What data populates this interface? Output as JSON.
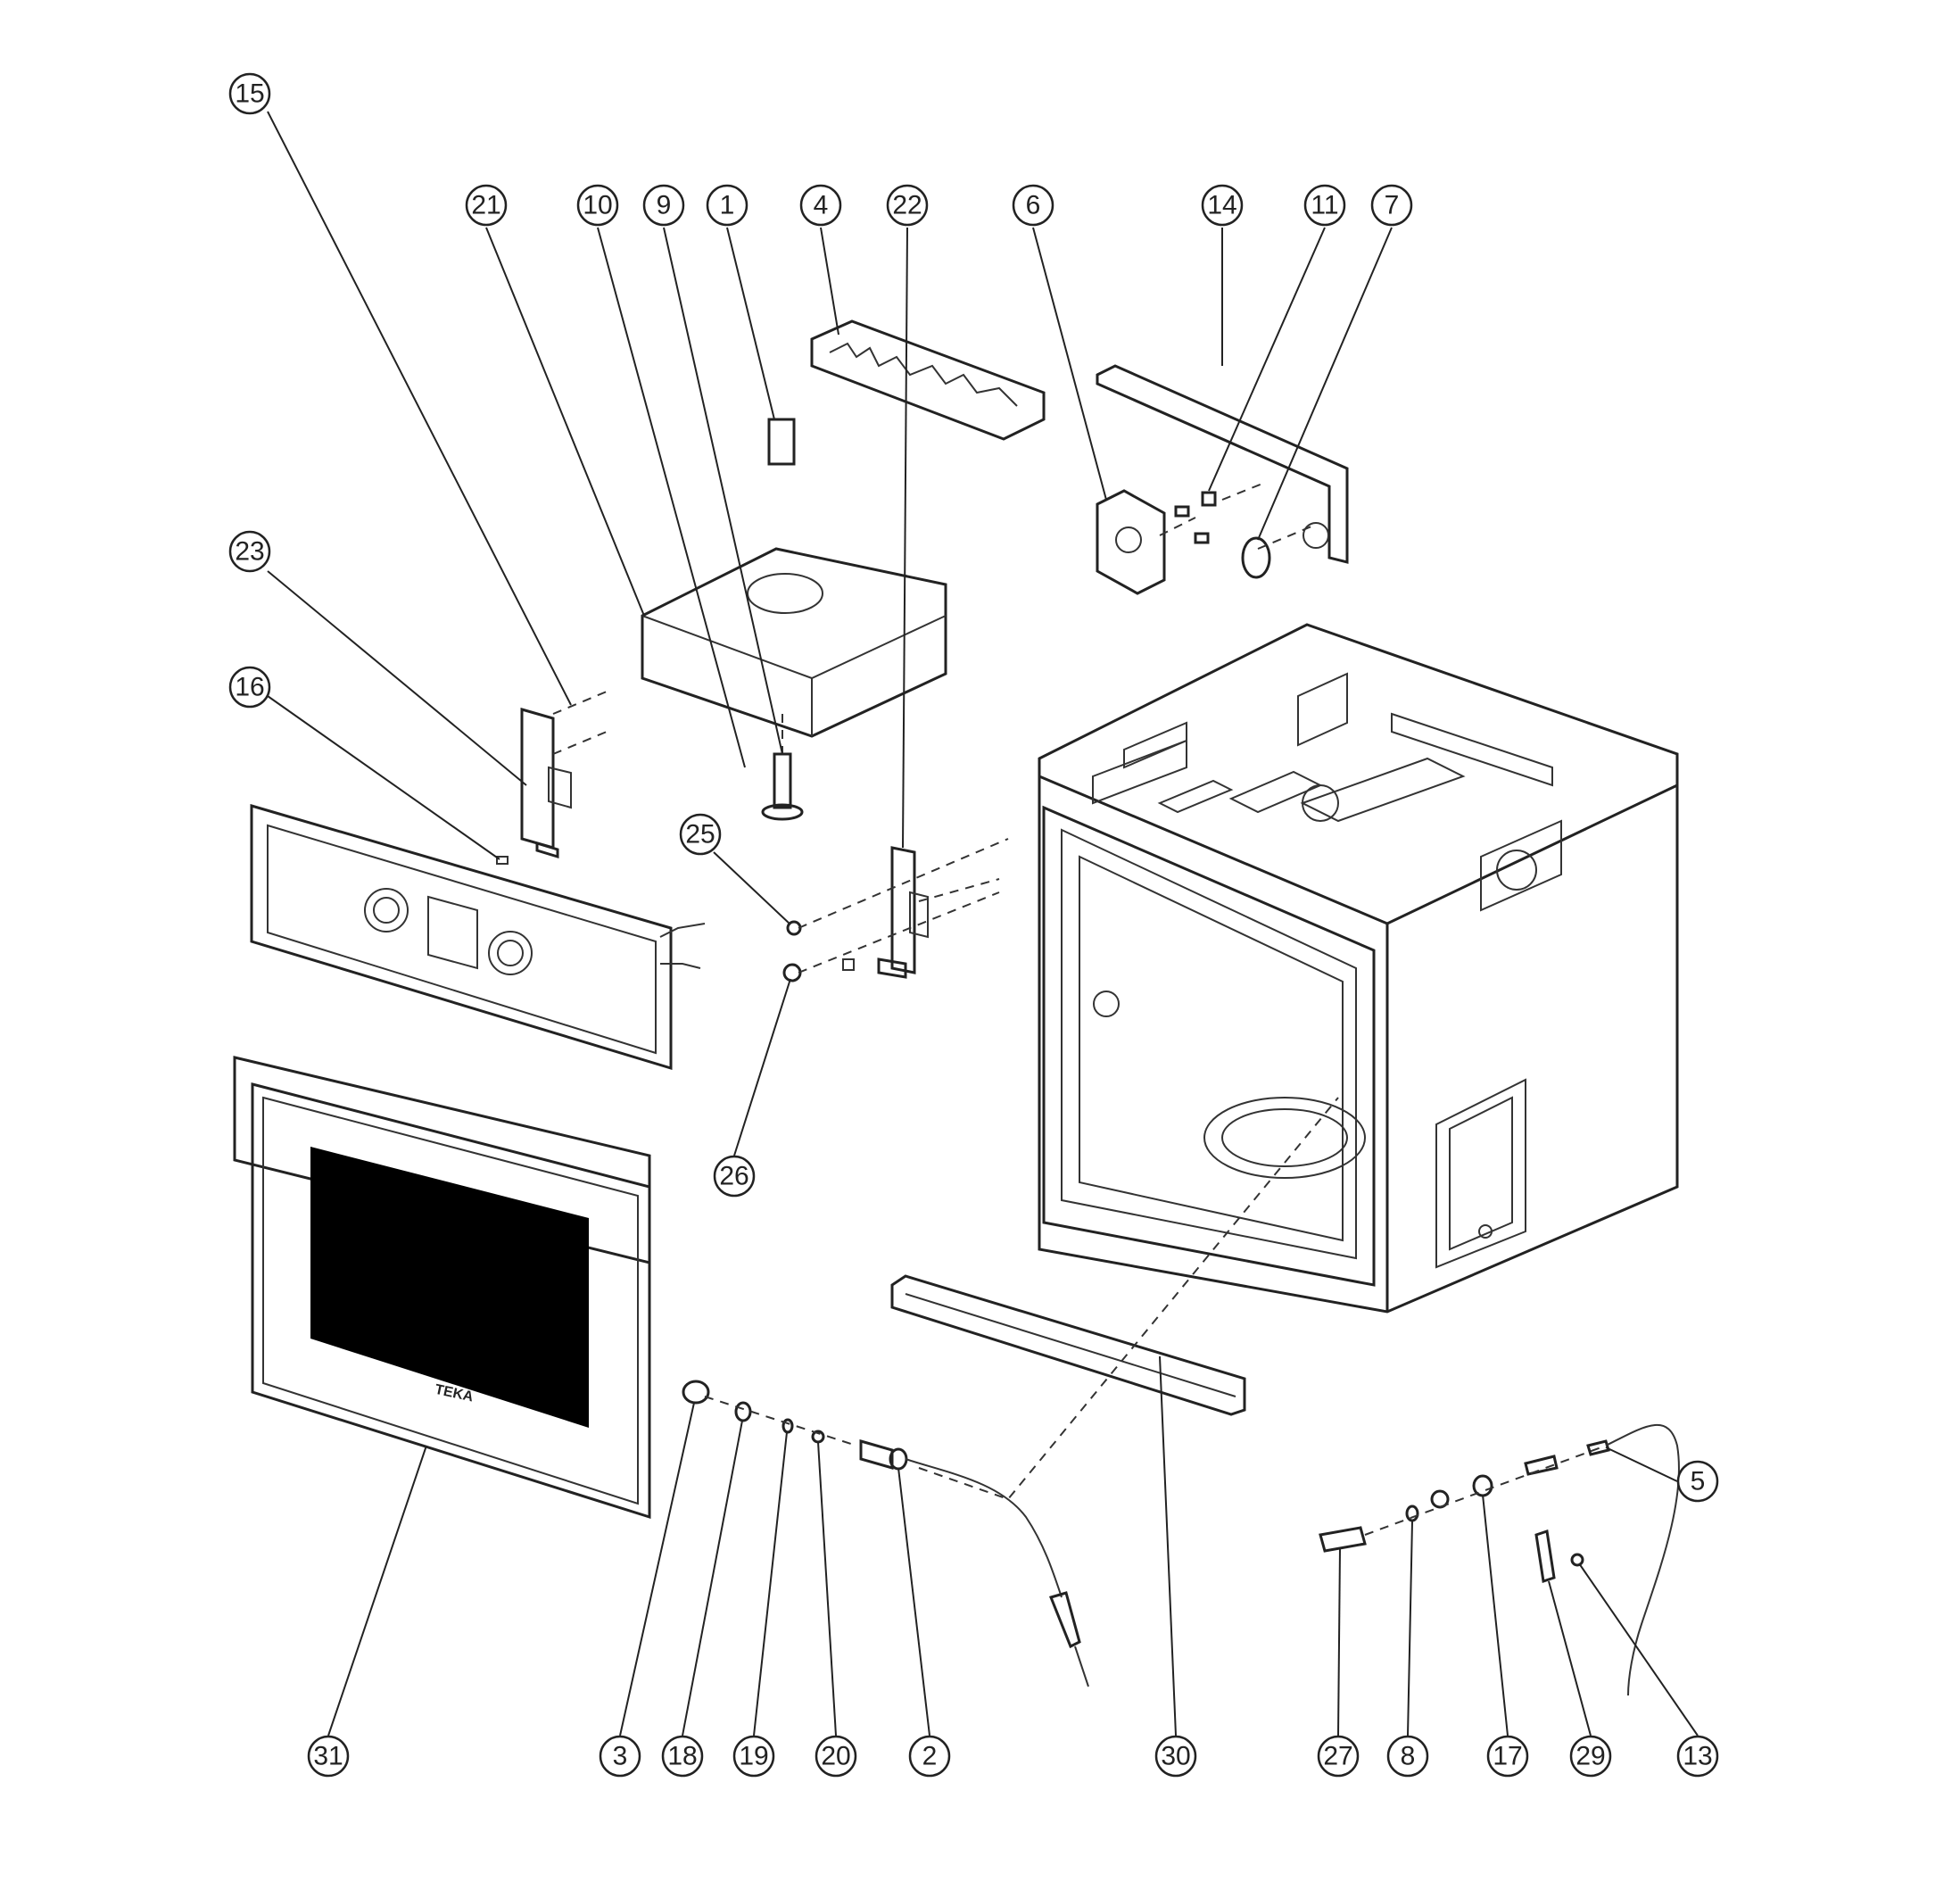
{
  "diagram": {
    "brand_mark": "TEKA",
    "callouts": [
      {
        "id": "c1",
        "label": "1"
      },
      {
        "id": "c2",
        "label": "2"
      },
      {
        "id": "c3",
        "label": "3"
      },
      {
        "id": "c4",
        "label": "4"
      },
      {
        "id": "c5",
        "label": "5"
      },
      {
        "id": "c6",
        "label": "6"
      },
      {
        "id": "c7",
        "label": "7"
      },
      {
        "id": "c8",
        "label": "8"
      },
      {
        "id": "c9",
        "label": "9"
      },
      {
        "id": "c10",
        "label": "10"
      },
      {
        "id": "c11",
        "label": "11"
      },
      {
        "id": "c13",
        "label": "13"
      },
      {
        "id": "c14",
        "label": "14"
      },
      {
        "id": "c15",
        "label": "15"
      },
      {
        "id": "c16",
        "label": "16"
      },
      {
        "id": "c17",
        "label": "17"
      },
      {
        "id": "c18",
        "label": "18"
      },
      {
        "id": "c19",
        "label": "19"
      },
      {
        "id": "c20",
        "label": "20"
      },
      {
        "id": "c21",
        "label": "21"
      },
      {
        "id": "c22",
        "label": "22"
      },
      {
        "id": "c23",
        "label": "23"
      },
      {
        "id": "c25",
        "label": "25"
      },
      {
        "id": "c26",
        "label": "26"
      },
      {
        "id": "c27",
        "label": "27"
      },
      {
        "id": "c29",
        "label": "29"
      },
      {
        "id": "c30",
        "label": "30"
      },
      {
        "id": "c31",
        "label": "31"
      }
    ]
  }
}
